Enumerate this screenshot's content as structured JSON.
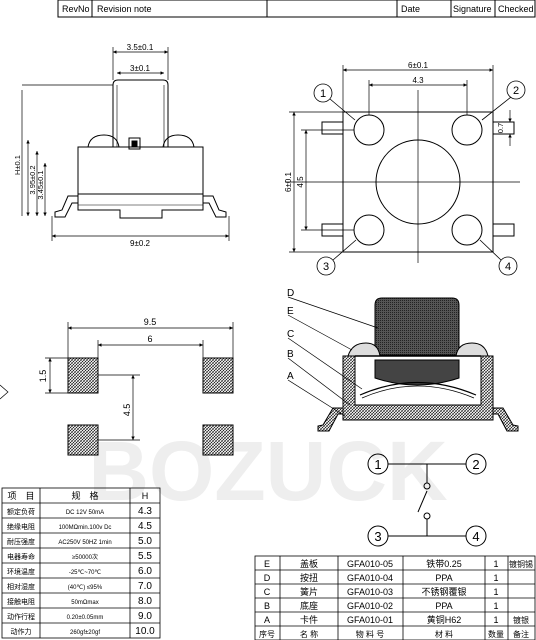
{
  "revision_header": {
    "revno": "RevNo",
    "note": "Revision note",
    "date": "Date",
    "signature": "Signature",
    "checked": "Checked"
  },
  "watermark": "BOZUCK",
  "side_view_dims": {
    "width_top": "3.5±0.1",
    "width_inner": "3±0.1",
    "width_bottom": "9±0.2",
    "height_total": "H±0.1",
    "height_a": "3.95±0.2",
    "height_b": "3.45±0.1"
  },
  "top_view_dims": {
    "width": "6±0.1",
    "pitch": "4.3",
    "height": "6±0.1",
    "pitch_v": "4.5",
    "pin_w": "0.7"
  },
  "pins": [
    "1",
    "2",
    "3",
    "4"
  ],
  "section_labels": [
    "D",
    "E",
    "C",
    "B",
    "A"
  ],
  "footprint_dims": {
    "outer": "9.5",
    "inner": "6",
    "pad": "1.5",
    "vertical": "4.5"
  },
  "spec_table": {
    "headers": [
      "项　目",
      "规　格",
      "H"
    ],
    "rows": [
      {
        "item": "额定负荷",
        "spec": "DC 12V 50mA",
        "h": "4.3"
      },
      {
        "item": "绝缘电阻",
        "spec": "100MΩmin.100v Dc",
        "h": "4.5"
      },
      {
        "item": "耐压强度",
        "spec": "AC250V 50HZ 1min",
        "h": "5.0"
      },
      {
        "item": "电器寿命",
        "spec": "≥50000次",
        "h": "5.5"
      },
      {
        "item": "环境温度",
        "spec": "-25℃~70℃",
        "h": "6.0"
      },
      {
        "item": "相对湿度",
        "spec": "(40℃) ≤95%",
        "h": "7.0"
      },
      {
        "item": "接触电阻",
        "spec": "50mΩmax",
        "h": "8.0"
      },
      {
        "item": "动作行程",
        "spec": "0.20±0.05mm",
        "h": "9.0"
      },
      {
        "item": "动作力",
        "spec": "260gf±20gf",
        "h": "10.0"
      }
    ]
  },
  "bom_table": {
    "headers": [
      "序号",
      "名  称",
      "物 料 号",
      "材  料",
      "数量",
      "备注"
    ],
    "rows": [
      {
        "no": "E",
        "name": "盖板",
        "code": "GFA010-05",
        "material": "铁带0.25",
        "qty": "1",
        "note": "镀铜锡"
      },
      {
        "no": "D",
        "name": "按扭",
        "code": "GFA010-04",
        "material": "PPA",
        "qty": "1",
        "note": ""
      },
      {
        "no": "C",
        "name": "簧片",
        "code": "GFA010-03",
        "material": "不锈钢覆银",
        "qty": "1",
        "note": ""
      },
      {
        "no": "B",
        "name": "底座",
        "code": "GFA010-02",
        "material": "PPA",
        "qty": "1",
        "note": ""
      },
      {
        "no": "A",
        "name": "卡件",
        "code": "GFA010-01",
        "material": "黄铜H62",
        "qty": "1",
        "note": "镀银"
      }
    ]
  }
}
